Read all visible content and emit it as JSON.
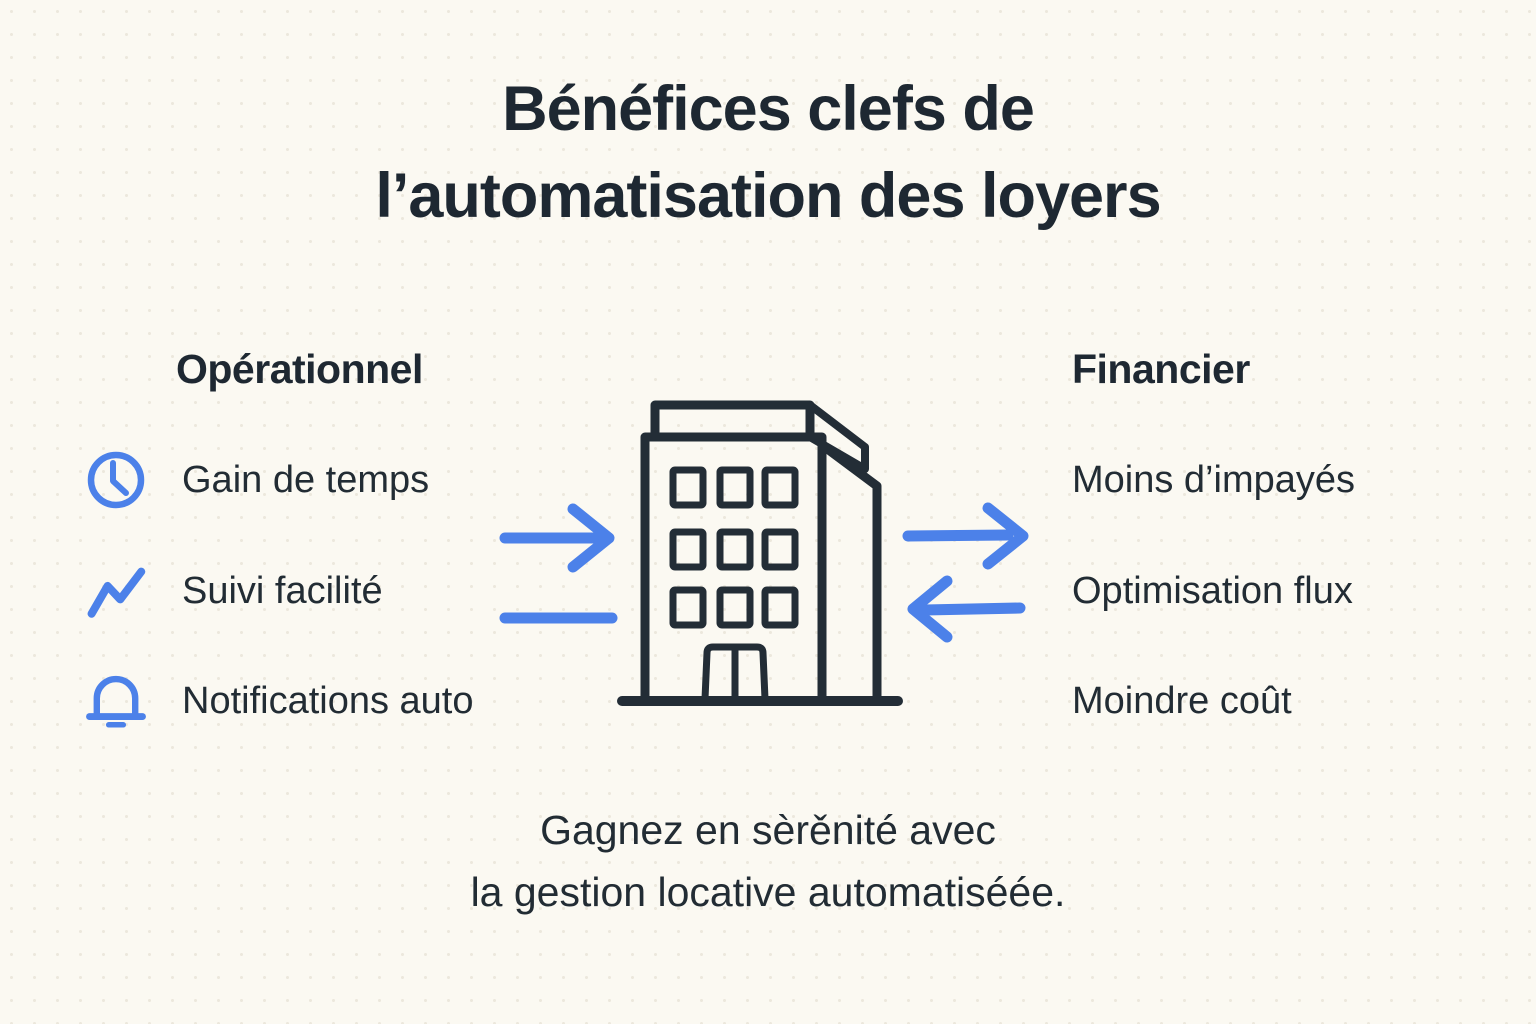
{
  "title": {
    "line1": "Bénéfices clefs de",
    "line2": "l’automatisation des loyers"
  },
  "operational": {
    "header": "Opérationnel",
    "items": [
      {
        "icon": "clock-icon",
        "label": "Gain de temps"
      },
      {
        "icon": "trend-line-icon",
        "label": "Suivi facilité"
      },
      {
        "icon": "bell-icon",
        "label": "Notifications auto"
      }
    ]
  },
  "financial": {
    "header": "Financier",
    "items": [
      {
        "label": "Moins d’impayés"
      },
      {
        "label": "Optimisation flux"
      },
      {
        "label": "Moindre coût"
      }
    ]
  },
  "illustration": {
    "name": "building-icon"
  },
  "footer": {
    "line1": "Gagnez en sèrěnité avec",
    "line2": "la gestion locative automatiséée."
  },
  "colors": {
    "background": "#FBF9F2",
    "text": "#1F2A33",
    "accent_blue": "#4C81E9"
  }
}
